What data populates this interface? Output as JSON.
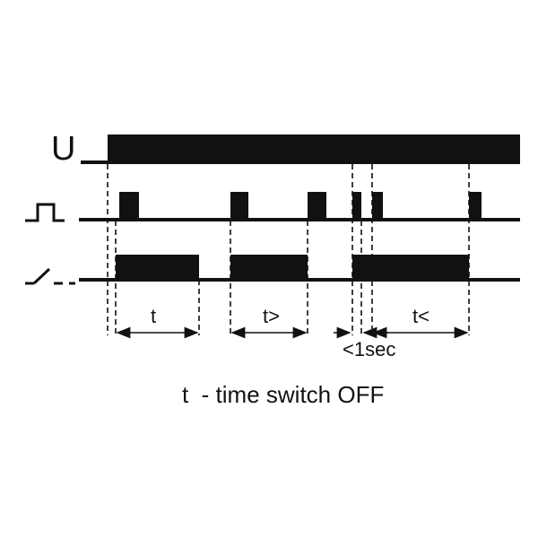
{
  "colors": {
    "ink": "#111111",
    "background": "#ffffff"
  },
  "rows": {
    "supply": {
      "label": "U",
      "icon": "supply-voltage-label"
    },
    "control": {
      "icon": "pulse-icon"
    },
    "output": {
      "icon": "switch-contact-icon"
    }
  },
  "intervals": {
    "t1": "t",
    "t2": "t>",
    "t3": "t<",
    "short_gap": "<1sec"
  },
  "caption": "t  - time switch OFF"
}
